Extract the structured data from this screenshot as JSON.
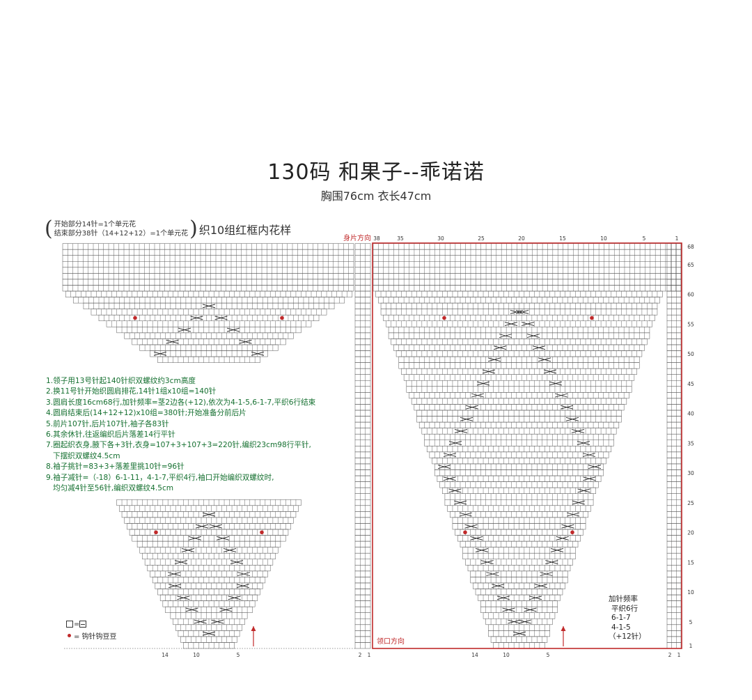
{
  "title": "130码  和果子--乖诺诺",
  "subtitle": "胸围76cm  衣长47cm",
  "bracket_note": {
    "line1": "开始部分14针=1个单元花",
    "line2": "结束部分38针（14+12+12）=1个单元花",
    "pattern": "织10组红框内花样"
  },
  "labels": {
    "body_direction": "身片方向",
    "neck_direction": "领口方向"
  },
  "top_axis": [
    "38",
    "35",
    "30",
    "25",
    "20",
    "15",
    "10",
    "5",
    "1"
  ],
  "row_axis": [
    "68",
    "65",
    "60",
    "55",
    "50",
    "45",
    "40",
    "35",
    "30",
    "25",
    "20",
    "15",
    "10",
    "5",
    "1"
  ],
  "bottom_axis_left": [
    "14",
    "10",
    "5",
    "2",
    "1"
  ],
  "bottom_axis_right": [
    "14",
    "10",
    "5",
    "2",
    "1"
  ],
  "instructions": [
    "1.领子用13号针起140针织双螺纹约3cm高度",
    "2.换11号针开始织圆肩排花,14针1组x10组=140针",
    "3.圆肩长度16cm68行,加针频率=茎2边各(+12),依次为4-1-5,6-1-7,平织6行结束",
    "4.圆肩结束后(14+12+12)x10组=380针;开始准备分前后片",
    "5.前片107针,后片107针,袖子各83针",
    "6.其余休针,往返编织后片落差14行平针",
    "7.圈起织衣身,腋下各+3针,衣身=107+3+107+3=220针,编织23cm98行平针,",
    "下摆织双螺纹4.5cm",
    "8.袖子挑针=83+3+落差里挑10针=96针",
    "9.袖子减针=（-18）6-1-11，4-1-7,平织4行,袖口开始编织双螺纹时,",
    "均匀减4针至56针,编织双螺纹4.5cm"
  ],
  "freq_box": [
    "加针频率",
    "平织6行",
    "6-1-7",
    "4-1-5",
    "（+12针）"
  ],
  "legend": {
    "equals_text": "=",
    "dot_text": "= 钩针钩豆豆"
  },
  "colors": {
    "grid_line": "#555555",
    "frame_red": "#c0292a",
    "instruction_green": "#157030",
    "dot_red": "#c0292a"
  }
}
